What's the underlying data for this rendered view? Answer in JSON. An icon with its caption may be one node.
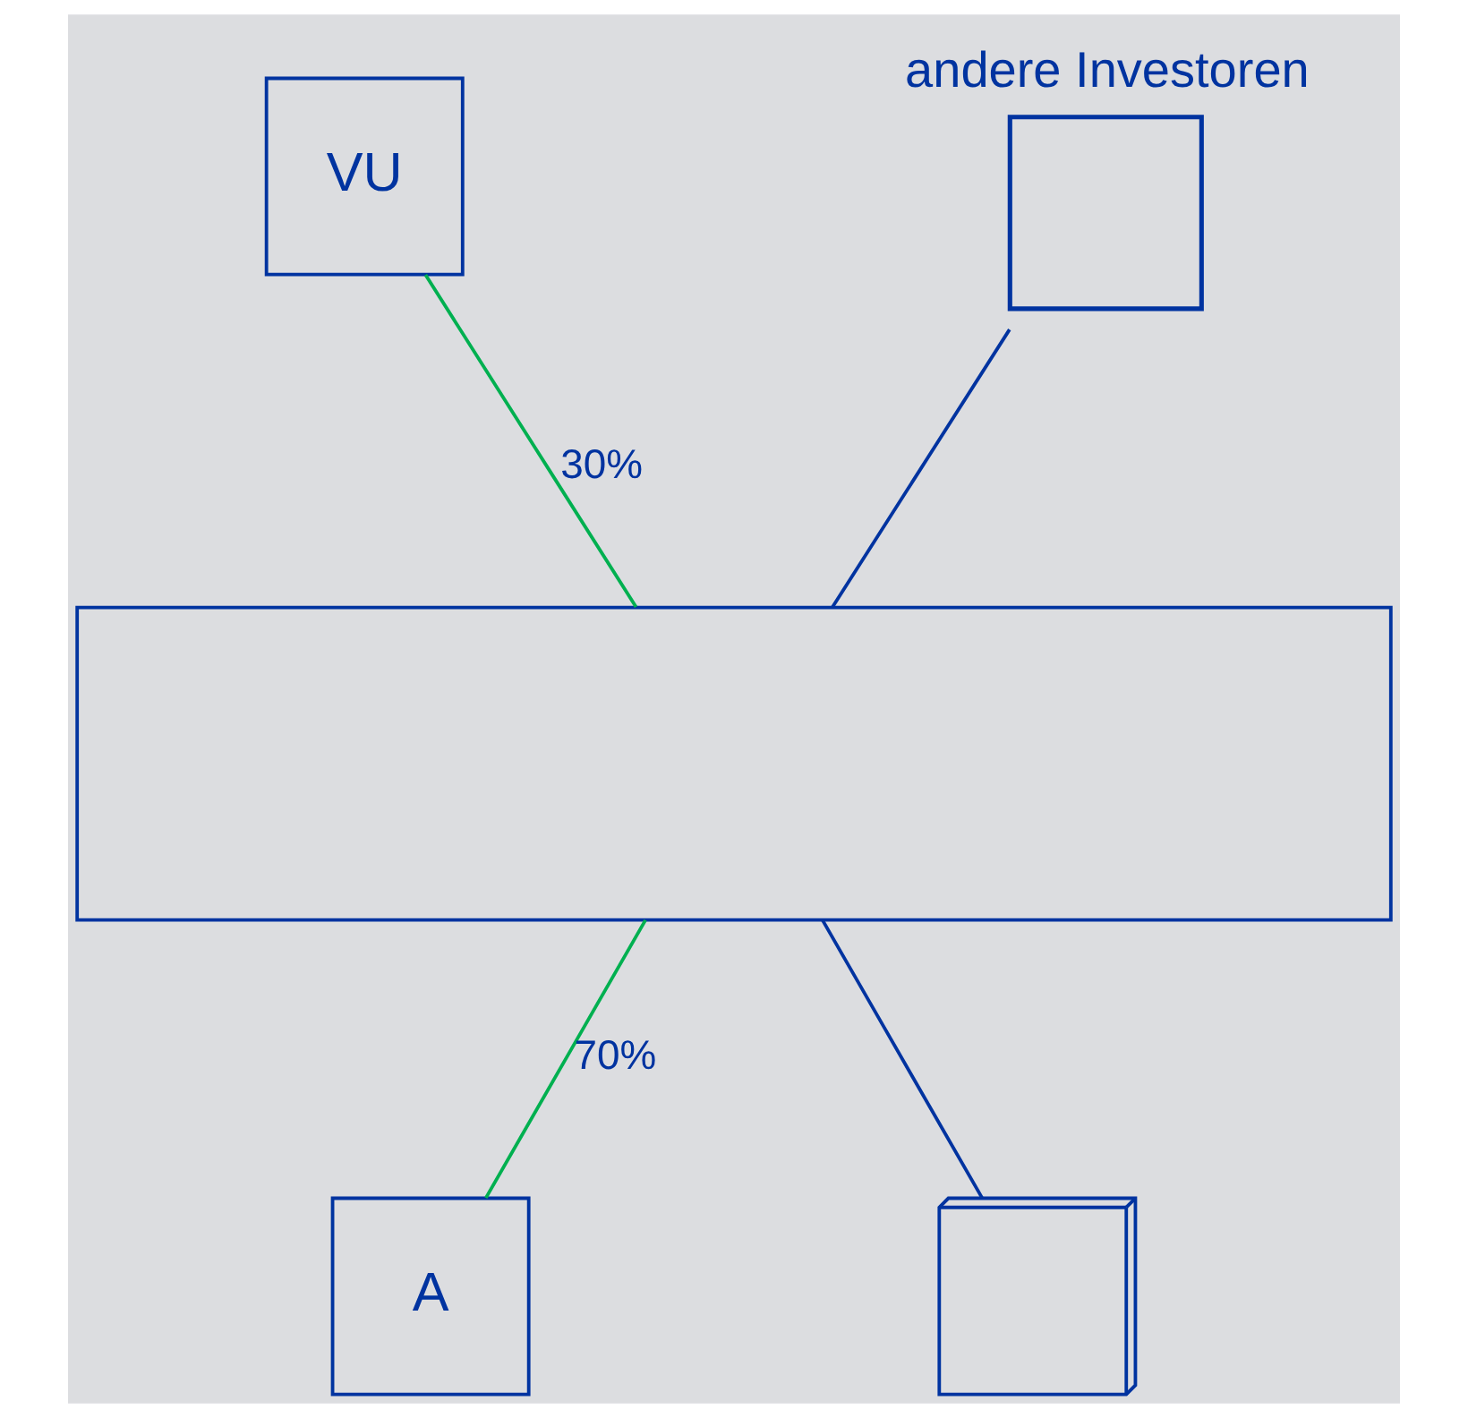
{
  "diagram": {
    "nodes": [
      {
        "text": [
          "VU"
        ]
      },
      {
        "text": [
          "andere Investoren"
        ]
      },
      {
        "text": [],
        "shape": "box"
      },
      {
        "text": [
          "A"
        ]
      },
      {
        "text": [],
        "shape": "box"
      }
    ],
    "edges": [
      {
        "from": 0,
        "to": 2,
        "arrow": "none",
        "label": "30%",
        "color": "#00b050"
      },
      {
        "from": 1,
        "to": 2,
        "arrow": "none",
        "color": "#0033a0"
      },
      {
        "from": 2,
        "to": 3,
        "arrow": "none",
        "label": "70%",
        "color": "#00b050"
      },
      {
        "from": 2,
        "to": 4,
        "arrow": "none",
        "color": "#0033a0"
      }
    ]
  }
}
